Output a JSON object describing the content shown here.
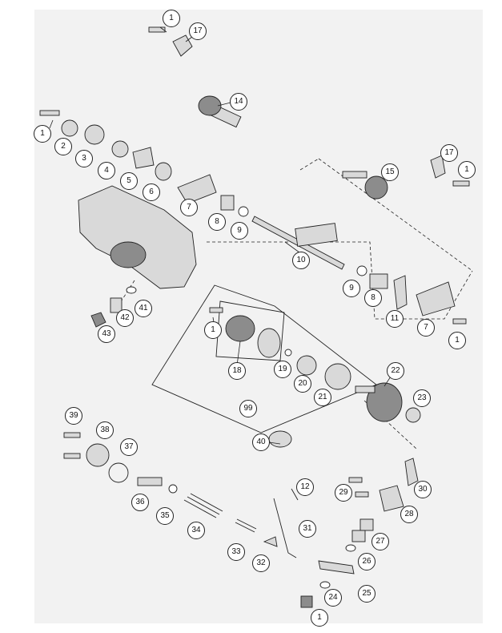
{
  "diagram": {
    "background_color": "#f2f2f2",
    "line_color": "#222222",
    "part_fill": "#d9d9d9",
    "part_dark": "#8c8c8c",
    "callouts": [
      "1",
      "17",
      "14",
      "1",
      "2",
      "3",
      "4",
      "5",
      "6",
      "17",
      "15",
      "1",
      "7",
      "8",
      "9",
      "10",
      "9",
      "8",
      "11",
      "7",
      "1",
      "41",
      "42",
      "43",
      "1",
      "18",
      "19",
      "20",
      "21",
      "99",
      "22",
      "23",
      "40",
      "39",
      "38",
      "37",
      "36",
      "35",
      "34",
      "33",
      "32",
      "12",
      "31",
      "29",
      "30",
      "28",
      "27",
      "26",
      "25",
      "24",
      "1"
    ]
  }
}
